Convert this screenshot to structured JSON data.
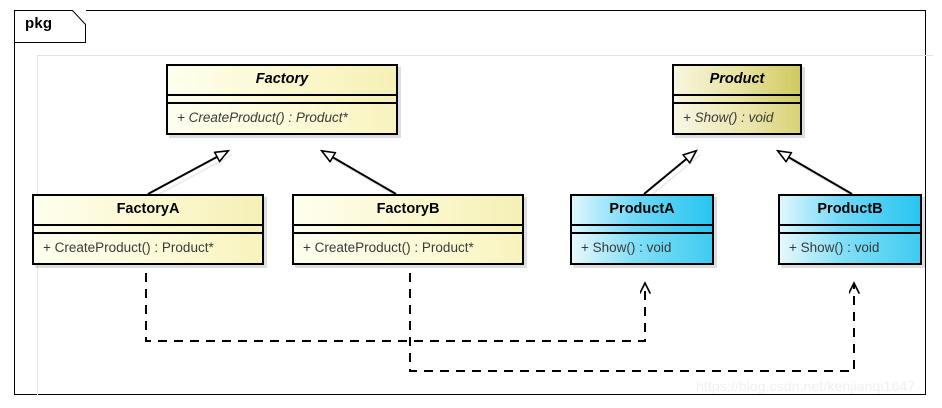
{
  "package": {
    "label": "pkg"
  },
  "classes": [
    {
      "id": "factory",
      "name": "Factory",
      "abstract": true,
      "operations": "+ CreateProduct() : Product*",
      "palette": "yellow"
    },
    {
      "id": "product",
      "name": "Product",
      "abstract": true,
      "operations": "+ Show() : void",
      "palette": "khaki"
    },
    {
      "id": "factory-a",
      "name": "FactoryA",
      "abstract": false,
      "operations": "+ CreateProduct() : Product*",
      "palette": "yellow"
    },
    {
      "id": "factory-b",
      "name": "FactoryB",
      "abstract": false,
      "operations": "+ CreateProduct() : Product*",
      "palette": "yellow"
    },
    {
      "id": "product-a",
      "name": "ProductA",
      "abstract": false,
      "operations": "+ Show() : void",
      "palette": "cyan"
    },
    {
      "id": "product-b",
      "name": "ProductB",
      "abstract": false,
      "operations": "+ Show() : void",
      "palette": "cyan"
    }
  ],
  "relations": [
    {
      "from": "FactoryA",
      "to": "Factory",
      "type": "generalization"
    },
    {
      "from": "FactoryB",
      "to": "Factory",
      "type": "generalization"
    },
    {
      "from": "ProductA",
      "to": "Product",
      "type": "generalization"
    },
    {
      "from": "ProductB",
      "to": "Product",
      "type": "generalization"
    },
    {
      "from": "FactoryA",
      "to": "ProductA",
      "type": "dependency"
    },
    {
      "from": "FactoryB",
      "to": "ProductB",
      "type": "dependency"
    }
  ],
  "colors": {
    "factory_fill": "#fbf8cf",
    "product_fill": "#e7e29e",
    "concrete_product_fill": "#28c6f0",
    "border": "#000000",
    "watermark": "#f0f0f0"
  },
  "watermark": {
    "text": "https://blog.csdn.net/kenjianqi1647"
  }
}
